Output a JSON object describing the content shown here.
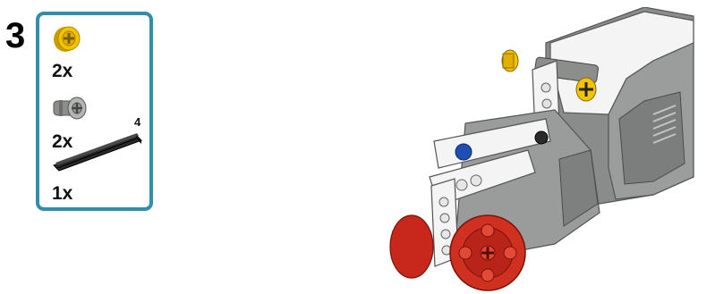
{
  "step": {
    "number": "3"
  },
  "parts": [
    {
      "icon": "yellow-axle-pin-icon",
      "color": "#f3c300",
      "quantity": "2x"
    },
    {
      "icon": "gray-axle-pin-icon",
      "color": "#9a9c9a",
      "quantity": "2x"
    },
    {
      "icon": "black-axle-icon",
      "color": "#1b1b1b",
      "quantity": "1x",
      "length": "4"
    }
  ],
  "colors": {
    "panel_border": "#2f8fa8",
    "motor_white": "#f4f4f4",
    "motor_gray": "#8a8c8c",
    "technic_red": "#c8281c",
    "technic_blue": "#1e4fb5"
  }
}
